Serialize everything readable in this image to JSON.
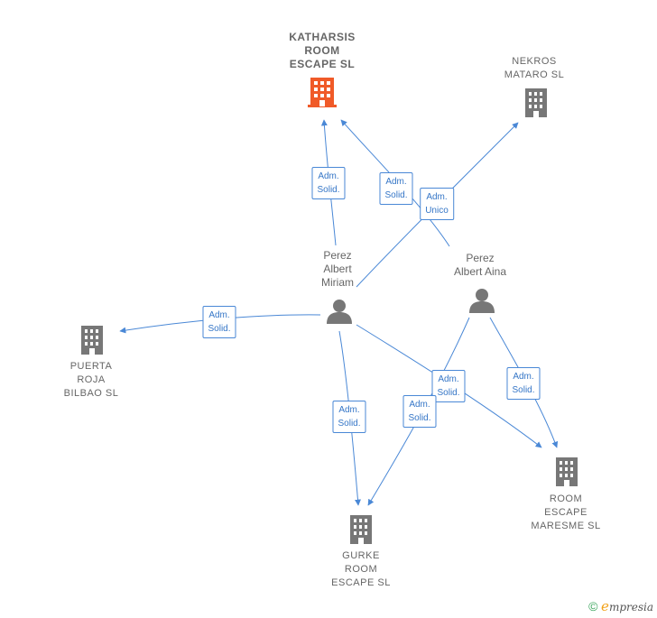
{
  "nodes": {
    "katharsis": {
      "label": "KATHARSIS\nROOM\nESCAPE  SL",
      "type": "company",
      "color": "#f05a28"
    },
    "nekros": {
      "label": "NEKROS\nMATARO  SL",
      "type": "company",
      "color": "#777777"
    },
    "puerta": {
      "label": "PUERTA\nROJA\nBILBAO  SL",
      "type": "company",
      "color": "#777777"
    },
    "gurke": {
      "label": "GURKE\nROOM\nESCAPE  SL",
      "type": "company",
      "color": "#777777"
    },
    "maresme": {
      "label": "ROOM\nESCAPE\nMARESME  SL",
      "type": "company",
      "color": "#777777"
    },
    "miriam": {
      "label": "Perez\nAlbert\nMiriam",
      "type": "person",
      "color": "#777777"
    },
    "aina": {
      "label": "Perez\nAlbert Aina",
      "type": "person",
      "color": "#777777"
    }
  },
  "relations": [
    {
      "label": "Adm.\nSolid."
    },
    {
      "label": "Adm.\nSolid."
    },
    {
      "label": "Adm.\nUnico"
    },
    {
      "label": "Adm.\nSolid."
    },
    {
      "label": "Adm.\nSolid."
    },
    {
      "label": "Adm.\nSolid."
    },
    {
      "label": "Adm.\nSolid."
    },
    {
      "label": "Adm.\nSolid."
    }
  ],
  "footer": {
    "copyright": "©",
    "brand_e": "e",
    "brand": "mpresia"
  },
  "colors": {
    "edge": "#4a88d6",
    "main_company": "#f05a28",
    "node": "#777777"
  }
}
